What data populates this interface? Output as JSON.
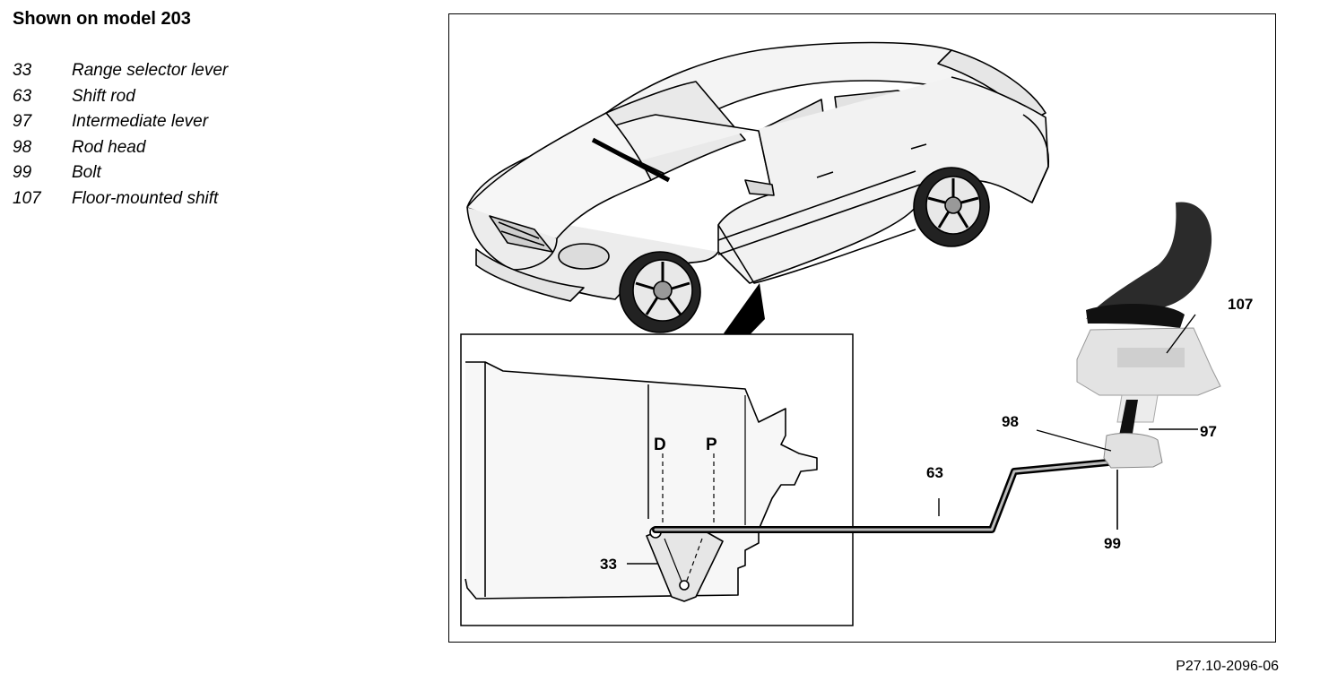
{
  "heading": "Shown on model 203",
  "legend": [
    {
      "num": "33",
      "label": "Range selector lever"
    },
    {
      "num": "63",
      "label": "Shift rod"
    },
    {
      "num": "97",
      "label": "Intermediate lever"
    },
    {
      "num": "98",
      "label": "Rod head"
    },
    {
      "num": "99",
      "label": "Bolt"
    },
    {
      "num": "107",
      "label": "Floor-mounted shift"
    }
  ],
  "figure": {
    "callouts": {
      "c107": "107",
      "c98": "98",
      "c97": "97",
      "c63": "63",
      "c99": "99",
      "c33": "33"
    },
    "gear_d": "D",
    "gear_p": "P",
    "reference": "P27.10-2096-06"
  }
}
